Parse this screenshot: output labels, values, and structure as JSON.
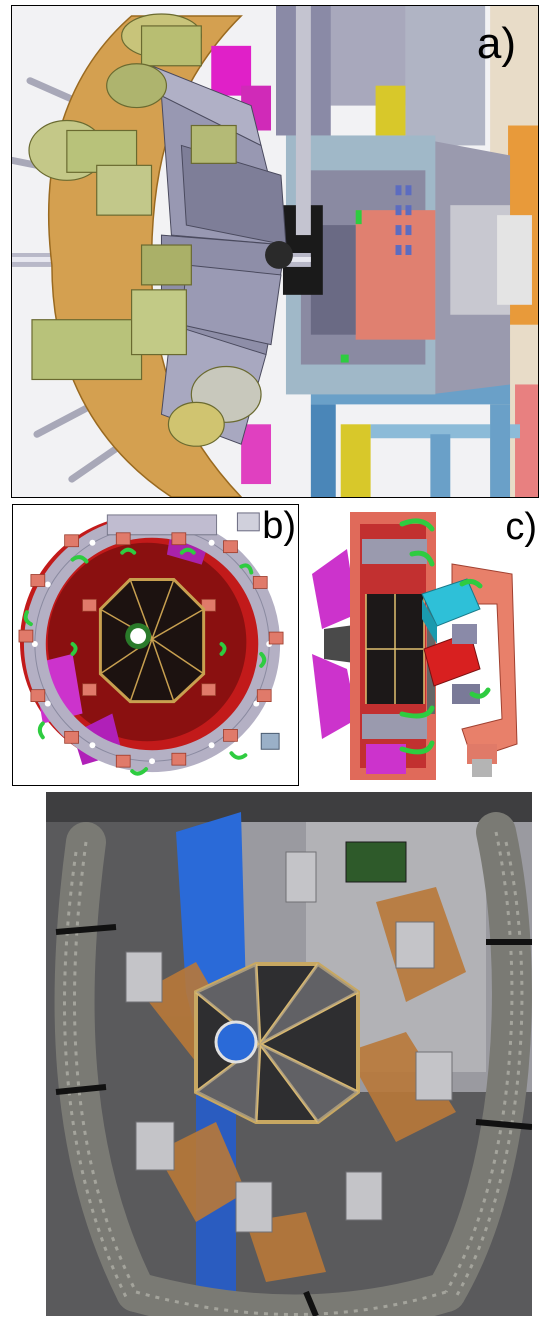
{
  "panels": {
    "a": {
      "label": "a)",
      "subject": "cad-side-section-assembly"
    },
    "b": {
      "label": "b)",
      "subject": "cad-front-view-detector-ring"
    },
    "c": {
      "label": "c)",
      "subject": "cad-side-view-detector-module"
    },
    "photo": {
      "subject": "photograph-assembled-detector-array"
    }
  },
  "colors": {
    "cad_gray": "#8f8fa8",
    "cad_dark": "#5a5a70",
    "cad_olive": "#b8c27a",
    "cad_orange": "#d89a3a",
    "cad_blue": "#6aa0c8",
    "cad_red": "#c21a1a",
    "cad_salmon": "#e0806a",
    "cad_magenta": "#cc33cc",
    "cad_green": "#2ecc40",
    "cad_cyan": "#30c8d8",
    "photo_metal": "#a0a0a4",
    "photo_copper": "#b87838",
    "photo_blue": "#2a6ad8"
  }
}
